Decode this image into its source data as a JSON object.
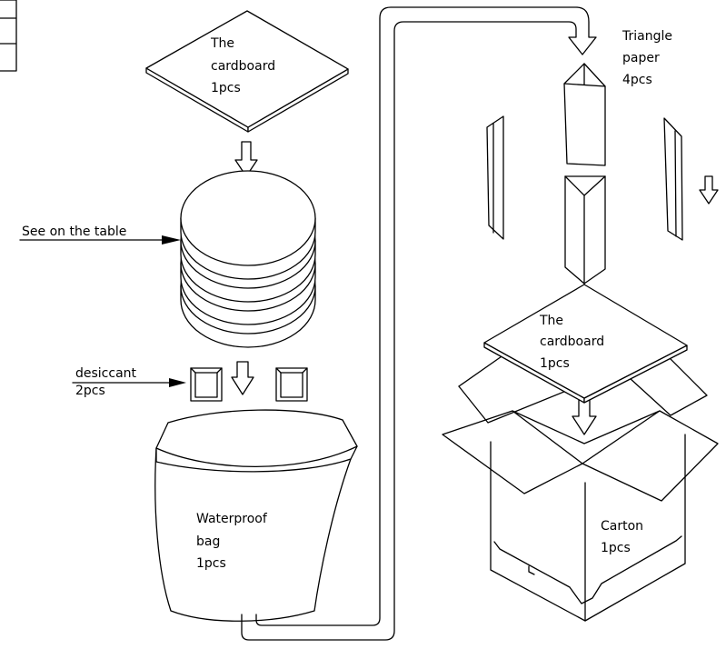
{
  "labels": {
    "cardboard_top": [
      "The",
      "cardboard",
      "1pcs"
    ],
    "see_table": "See on the table",
    "desiccant": [
      "desiccant",
      "2pcs"
    ],
    "waterproof_bag": [
      "Waterproof",
      "bag",
      "1pcs"
    ],
    "triangle_paper": [
      "Triangle",
      "paper",
      "4pcs"
    ],
    "cardboard_carton": [
      "The",
      "cardboard",
      "1pcs"
    ],
    "carton": [
      "Carton",
      "1pcs"
    ]
  }
}
